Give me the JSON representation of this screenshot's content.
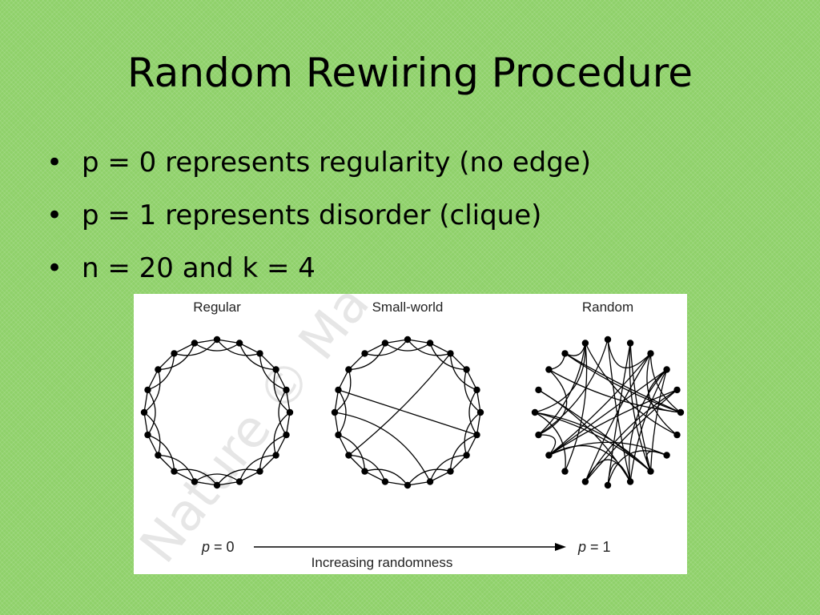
{
  "slide": {
    "title": "Random Rewiring Procedure",
    "bullets": [
      "p = 0 represents regularity (no edge)",
      "p = 1 represents disorder (clique)",
      "n = 20 and k = 4"
    ],
    "bullet_symbol": "•",
    "background_color": "#8fd16a"
  },
  "figure": {
    "panels": [
      {
        "label": "Regular"
      },
      {
        "label": "Small-world"
      },
      {
        "label": "Random"
      }
    ],
    "axis": {
      "left_italic": "p",
      "left_value": " = 0",
      "right_italic": "p",
      "right_value": " = 1",
      "caption": "Increasing randomness"
    },
    "watermark": "Nature © Ma",
    "network": {
      "nodes": 20,
      "neighbors_k": 4
    }
  }
}
